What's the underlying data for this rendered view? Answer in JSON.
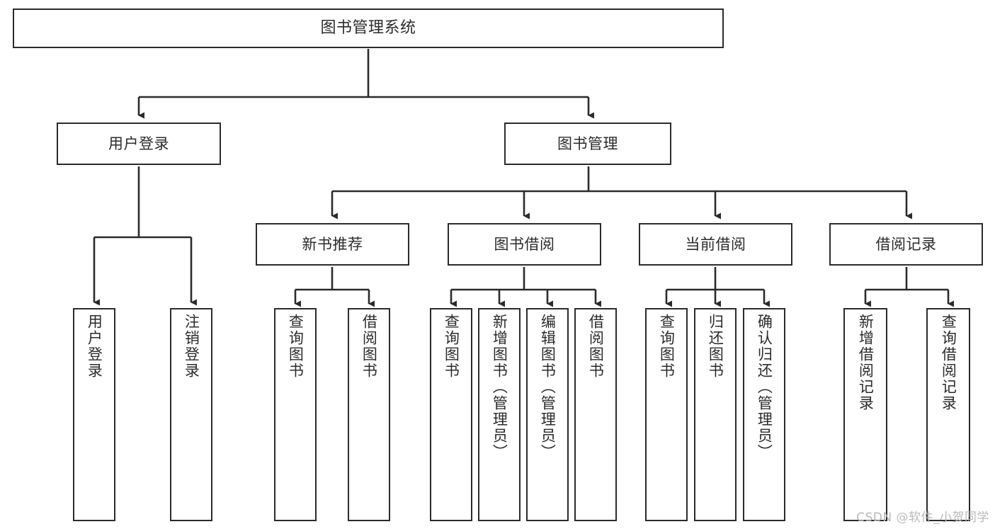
{
  "diagram": {
    "title": "图书管理系统",
    "type": "tree-hierarchy-chart",
    "orientation": "top-down",
    "colors": {
      "background": "#ffffff",
      "box_border": "#2b2b2b",
      "box_fill": "#ffffff",
      "text": "#2b2b2b",
      "edge": "#2b2b2b",
      "watermark": "#b9b9b9"
    },
    "nodes": {
      "root": {
        "label": "图书管理系统"
      },
      "level2": [
        {
          "label": "用户登录"
        },
        {
          "label": "图书管理"
        }
      ],
      "level3": [
        {
          "label": "新书推荐"
        },
        {
          "label": "图书借阅"
        },
        {
          "label": "当前借阅"
        },
        {
          "label": "借阅记录"
        }
      ],
      "leaves_user_login": [
        {
          "label": "用户登录"
        },
        {
          "label": "注销登录"
        }
      ],
      "leaves_new_book": [
        {
          "label": "查询图书"
        },
        {
          "label": "借阅图书"
        }
      ],
      "leaves_borrow": [
        {
          "label": "查询图书"
        },
        {
          "label": "新增图书（管理员）"
        },
        {
          "label": "编辑图书（管理员）"
        },
        {
          "label": "借阅图书"
        }
      ],
      "leaves_current": [
        {
          "label": "查询图书"
        },
        {
          "label": "归还图书"
        },
        {
          "label": "确认归还（管理员）"
        }
      ],
      "leaves_records": [
        {
          "label": "新增借阅记录"
        },
        {
          "label": "查询借阅记录"
        }
      ]
    },
    "watermark": "CSDN @软件_小贺同学"
  }
}
